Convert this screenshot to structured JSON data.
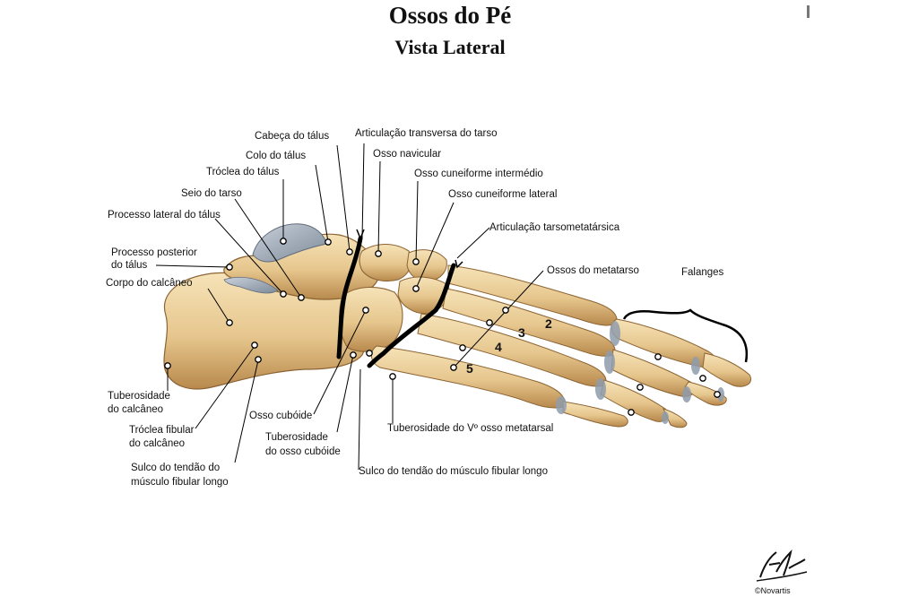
{
  "title": "Ossos do Pé",
  "subtitle": "Vista Lateral",
  "labels": {
    "cabeca_talus": "Cabeça do tálus",
    "colo_talus": "Colo do tálus",
    "troclea_talus": "Tróclea do tálus",
    "seio_tarso": "Seio do tarso",
    "processo_lateral_talus": "Processo lateral do tálus",
    "processo_posterior_1": "Processo posterior",
    "processo_posterior_2": "do tálus",
    "corpo_calcaneo": "Corpo do calcâneo",
    "tuberosidade_calcaneo_1": "Tuberosidade",
    "tuberosidade_calcaneo_2": "do calcâneo",
    "troclea_fibular_1": "Tróclea fibular",
    "troclea_fibular_2": "do calcâneo",
    "sulco_tendao_1": "Sulco do tendão do",
    "sulco_tendao_2": "músculo fibular longo",
    "osso_cuboide": "Osso cubóide",
    "tuberosidade_cuboide_1": "Tuberosidade",
    "tuberosidade_cuboide_2": "do osso cubóide",
    "sulco_tendao_longo": "Sulco do tendão do músculo fibular longo",
    "tuberosidade_v_metatarsal": "Tuberosidade do Vº osso metatarsal",
    "articulacao_transversa": "Articulação transversa do tarso",
    "osso_navicular": "Osso navicular",
    "cuneiforme_intermedio": "Osso cuneiforme intermédio",
    "cuneiforme_lateral": "Osso cuneiforme lateral",
    "articulacao_tarsometatarsica": "Articulação tarsometatársica",
    "ossos_metatarso": "Ossos do metatarso",
    "falanges": "Falanges"
  },
  "metatarsal_numbers": [
    "2",
    "3",
    "4",
    "5"
  ],
  "signature": {
    "text": "F. Netter",
    "copyright": "©Novartis"
  },
  "colors": {
    "bone": "#e8c990",
    "bone_shadow": "#b98a4e",
    "cartilage": "#9aa6b4",
    "joint_line": "#000000",
    "leader": "#000000"
  }
}
